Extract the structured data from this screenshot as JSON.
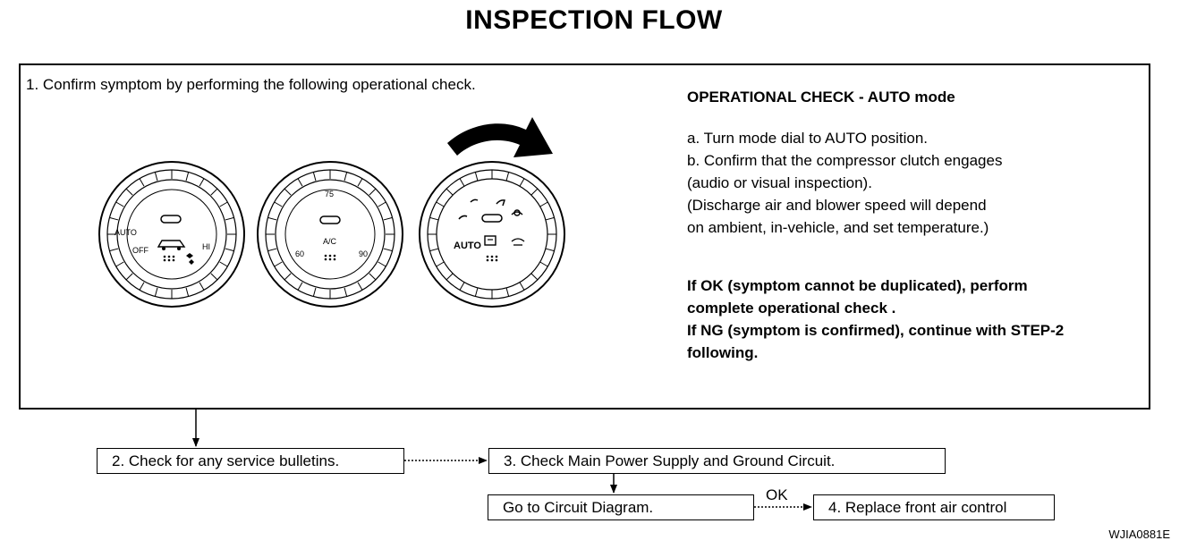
{
  "title": "INSPECTION FLOW",
  "step1": "1.  Confirm symptom by performing the following operational check.",
  "operational_check": {
    "heading": "OPERATIONAL CHECK - AUTO mode",
    "lines": [
      "a.  Turn mode dial to AUTO position.",
      "b.  Confirm that the compressor clutch engages",
      "(audio or visual inspection).",
      "(Discharge air and blower speed will depend",
      "on ambient, in-vehicle, and set temperature.)"
    ],
    "result_lines": [
      "If OK (symptom cannot be duplicated), perform",
      "complete operational check .",
      "If NG (symptom is confirmed), continue with STEP-2",
      "following."
    ]
  },
  "dials": {
    "fan": {
      "auto": "AUTO",
      "off": "OFF",
      "hi": "HI"
    },
    "temp": {
      "top": "75",
      "ac": "A/C",
      "left": "60",
      "right": "90"
    },
    "mode": {
      "auto": "AUTO"
    }
  },
  "flow": {
    "step2": "2.  Check for any service bulletins.",
    "step3": "3.  Check Main Power Supply and Ground Circuit.",
    "goto": "Go to Circuit Diagram.",
    "ok": "OK",
    "step4": "4.  Replace front air control"
  },
  "figure_id": "WJIA0881E"
}
